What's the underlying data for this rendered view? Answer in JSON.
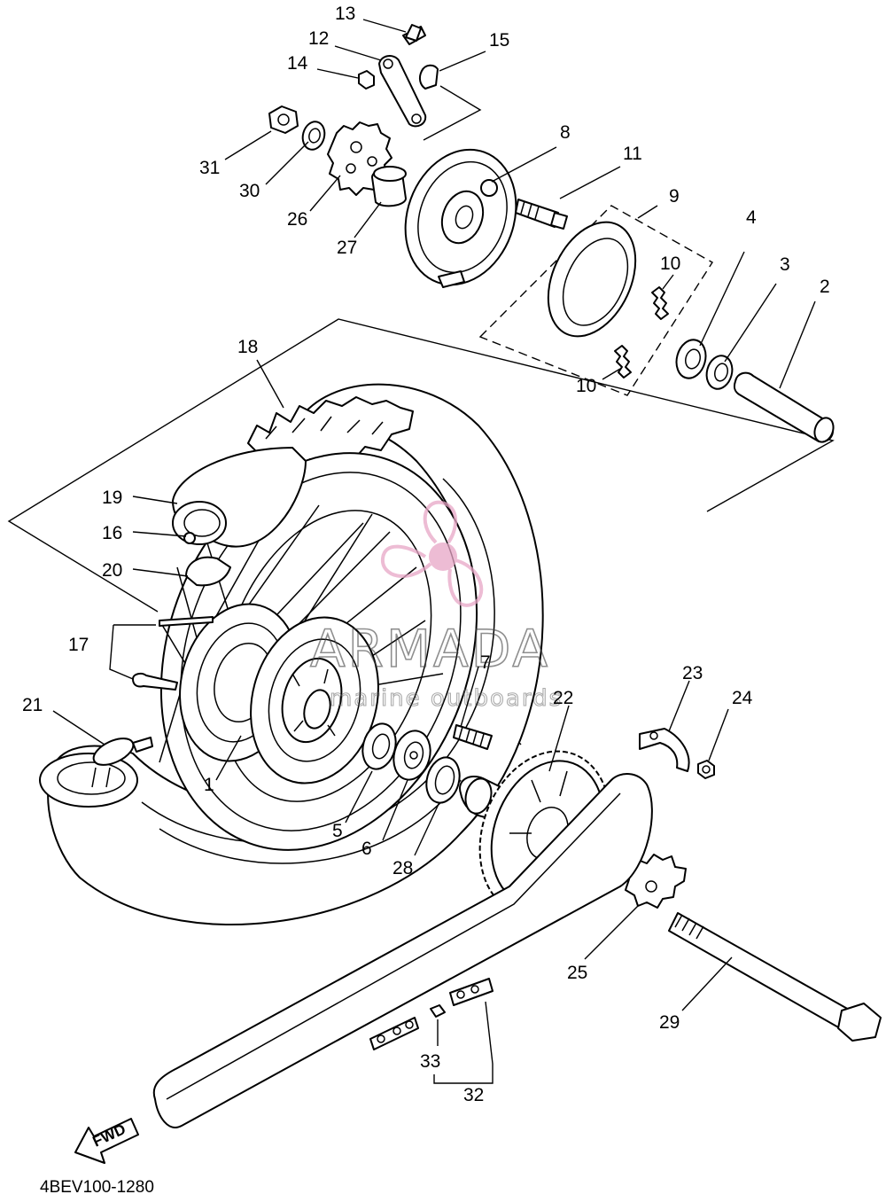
{
  "diagram": {
    "part_code": "4BEV100-1280",
    "direction_label": "FWD",
    "callouts": [
      "1",
      "2",
      "3",
      "4",
      "5",
      "6",
      "7",
      "8",
      "9",
      "10",
      "10",
      "11",
      "12",
      "13",
      "14",
      "15",
      "16",
      "17",
      "18",
      "19",
      "20",
      "21",
      "22",
      "23",
      "24",
      "25",
      "26",
      "27",
      "28",
      "29",
      "30",
      "31",
      "32",
      "33"
    ]
  },
  "watermark": {
    "brand": "ARMADA",
    "tagline": "marine outboards",
    "color": "#e7a6c6"
  }
}
